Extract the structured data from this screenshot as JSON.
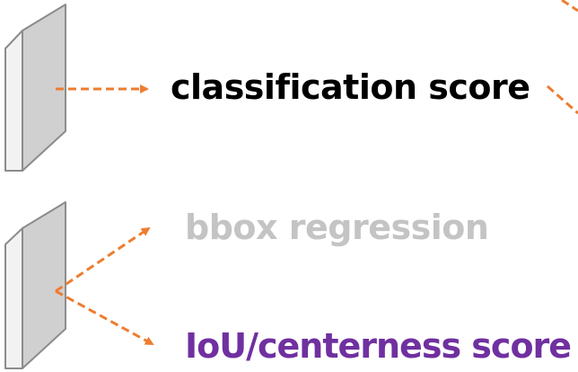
{
  "labels": {
    "classification": "classification score",
    "bbox": "bbox regression",
    "iou": "IoU/centerness score"
  },
  "colors": {
    "arrow": "#ED7D31",
    "classification_text": "#000000",
    "bbox_text": "#C4C4C4",
    "iou_text": "#7030A0",
    "slab_face": "#D0D0D0",
    "slab_side": "#F2F2F2",
    "slab_stroke": "#8C8C8C"
  }
}
